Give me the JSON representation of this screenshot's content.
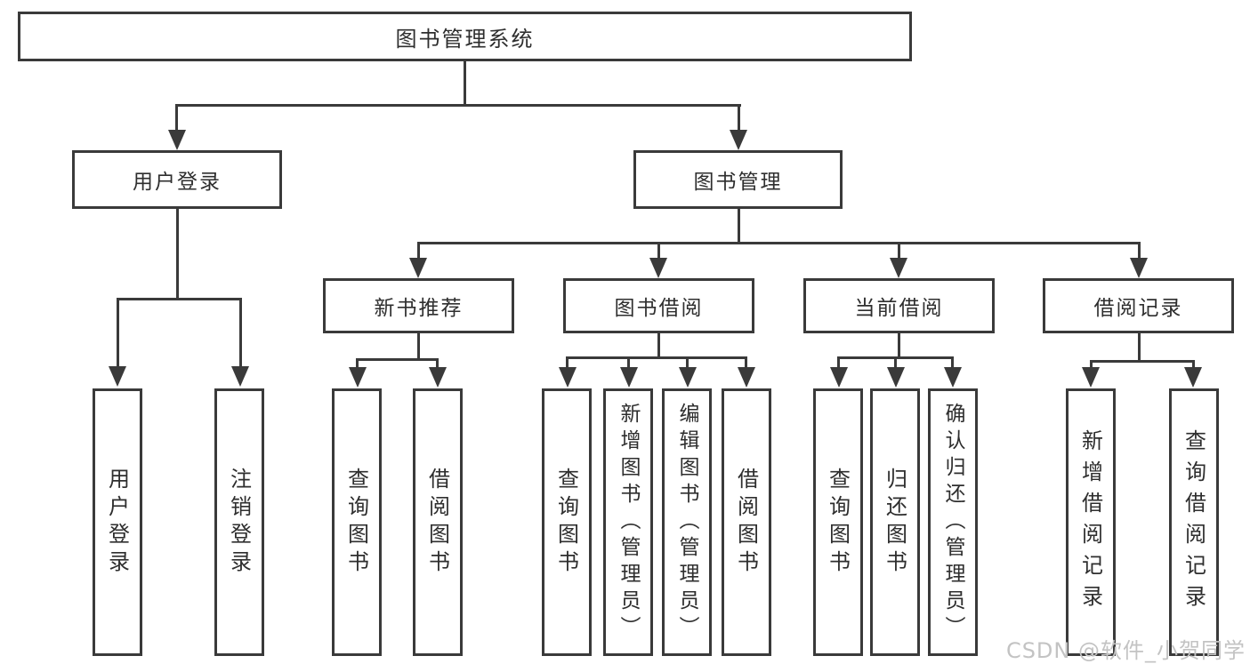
{
  "colors": {
    "line": "#3a3a3a",
    "text": "#2e2e2e",
    "watermark": "#c3c3c3",
    "background": "#ffffff"
  },
  "diagram_type": "hierarchy-tree",
  "nodes": {
    "root": {
      "label": "图书管理系统"
    },
    "userLogin": {
      "label": "用户登录"
    },
    "bookManagement": {
      "label": "图书管理"
    },
    "login": {
      "label": "用户登录"
    },
    "logout": {
      "label": "注销登录"
    },
    "newBookRec": {
      "label": "新书推荐"
    },
    "bookBorrow": {
      "label": "图书借阅"
    },
    "currentBorrow": {
      "label": "当前借阅"
    },
    "borrowRecords": {
      "label": "借阅记录"
    },
    "queryBooks1": {
      "label": "查询图书"
    },
    "borrowBooks1": {
      "label": "借阅图书"
    },
    "queryBooks2": {
      "label": "查询图书"
    },
    "addBooks": {
      "label": "新增图书（管理员）"
    },
    "editBooks": {
      "label": "编辑图书（管理员）"
    },
    "borrowBooks2": {
      "label": "借阅图书"
    },
    "queryBooks3": {
      "label": "查询图书"
    },
    "returnBooks": {
      "label": "归还图书"
    },
    "confirmReturn": {
      "label": "确认归还（管理员）"
    },
    "addBorrowRecord": {
      "label": "新增借阅记录"
    },
    "queryBorrowRecord": {
      "label": "查询借阅记录"
    }
  },
  "watermark": {
    "text": "CSDN @软件_小贺同学"
  }
}
